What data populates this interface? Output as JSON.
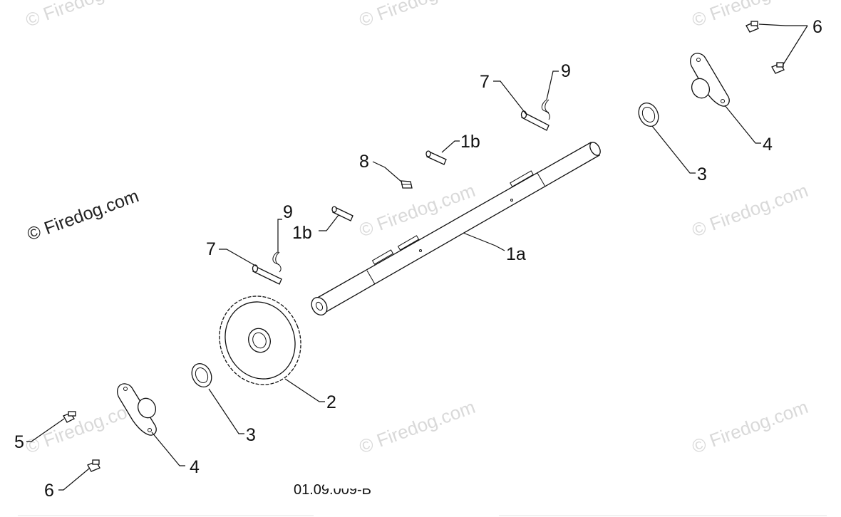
{
  "watermarks": {
    "main": "© Firedog.com",
    "faint": "© Firedog.com"
  },
  "drawing_code": "01.09.009-B",
  "callouts": {
    "shaft": "1a",
    "pin_upper": "1b",
    "pin_lower": "1b",
    "sprocket": "2",
    "washer_left": "3",
    "washer_right": "3",
    "bearing_left": "4",
    "bearing_right": "4",
    "bolt_left": "5",
    "bolt_left_bottom": "6",
    "bolts_right": "6",
    "clevis_pin_left": "7",
    "clevis_pin_right": "7",
    "key": "8",
    "hairpin_left": "9",
    "hairpin_right": "9"
  }
}
